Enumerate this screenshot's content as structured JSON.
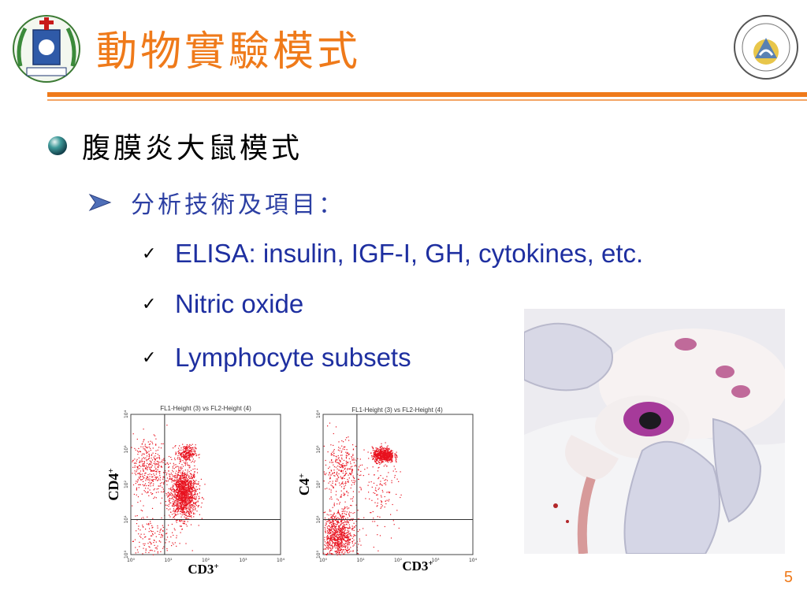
{
  "slide": {
    "title": "動物實驗模式",
    "level1": "腹膜炎大鼠模式",
    "level2": "分析技術及項目：",
    "items": [
      "ELISA: insulin, IGF-I, GH, cytokines, etc.",
      "Nitric oxide",
      "Lymphocyte subsets"
    ],
    "page_number": "5"
  },
  "colors": {
    "accent_orange": "#ef7a1a",
    "text_blue": "#1e2fa0",
    "scatter_red": "#e8121e"
  },
  "chart_data": [
    {
      "type": "scatter",
      "title": "FL1-Height (3) vs FL2-Height (4)",
      "xlabel": "CD3+",
      "ylabel": "CD4+",
      "xscale": "log",
      "yscale": "log",
      "xlim": [
        1,
        10000
      ],
      "ylim": [
        1,
        10000
      ],
      "x_ticks": [
        "10⁰",
        "10¹",
        "10²",
        "10³",
        "10⁴"
      ],
      "y_ticks": [
        "10⁰",
        "10¹",
        "10²",
        "10³",
        "10⁴"
      ],
      "quadrant_gate": {
        "x": 8,
        "y": 10
      },
      "clusters": [
        {
          "center": [
            25,
            55
          ],
          "spread": [
            0.18,
            0.35
          ],
          "count": 1400
        },
        {
          "center": [
            30,
            800
          ],
          "spread": [
            0.12,
            0.12
          ],
          "count": 260
        },
        {
          "center": [
            3,
            300
          ],
          "spread": [
            0.3,
            0.45
          ],
          "count": 420
        },
        {
          "center": [
            3,
            3
          ],
          "spread": [
            0.35,
            0.35
          ],
          "count": 160
        }
      ]
    },
    {
      "type": "scatter",
      "title": "FL1-Height (3) vs FL2-Height (4)",
      "xlabel": "CD3+",
      "ylabel": "C4+",
      "xscale": "log",
      "yscale": "log",
      "xlim": [
        1,
        10000
      ],
      "ylim": [
        1,
        10000
      ],
      "x_ticks": [
        "10⁰",
        "10¹",
        "10²",
        "10³",
        "10⁴"
      ],
      "y_ticks": [
        "10⁰",
        "10¹",
        "10²",
        "10³",
        "10⁴"
      ],
      "quadrant_gate": {
        "x": 8,
        "y": 10
      },
      "clusters": [
        {
          "center": [
            40,
            700
          ],
          "spread": [
            0.14,
            0.1
          ],
          "count": 700
        },
        {
          "center": [
            2.5,
            3.5
          ],
          "spread": [
            0.22,
            0.35
          ],
          "count": 900
        },
        {
          "center": [
            3,
            250
          ],
          "spread": [
            0.25,
            0.45
          ],
          "count": 320
        },
        {
          "center": [
            35,
            60
          ],
          "spread": [
            0.25,
            0.5
          ],
          "count": 120
        }
      ]
    }
  ]
}
